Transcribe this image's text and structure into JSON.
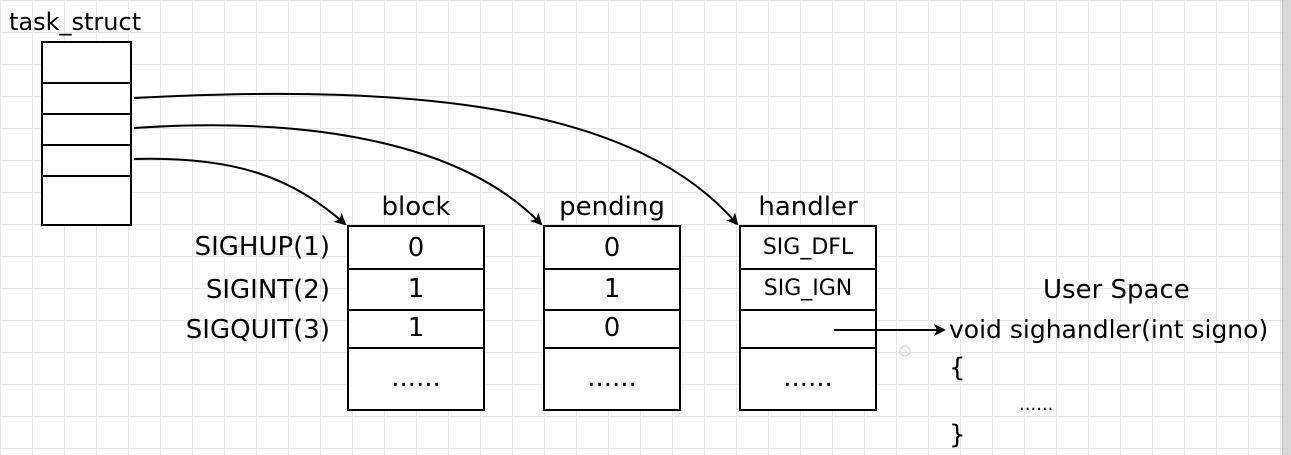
{
  "task_struct": {
    "title": "task_struct"
  },
  "signals": [
    "SIGHUP(1)",
    "SIGINT(2)",
    "SIGQUIT(3)"
  ],
  "tables": {
    "block": {
      "header": "block",
      "cells": [
        "0",
        "1",
        "1",
        "......"
      ]
    },
    "pending": {
      "header": "pending",
      "cells": [
        "0",
        "1",
        "0",
        "......"
      ]
    },
    "handler": {
      "header": "handler",
      "cells": [
        "SIG_DFL",
        "SIG_IGN",
        "",
        "......"
      ]
    }
  },
  "user_space": {
    "title": "User Space",
    "signature": "void sighandler(int signo)",
    "open_brace": "{",
    "body": "......",
    "close_brace": "}"
  }
}
